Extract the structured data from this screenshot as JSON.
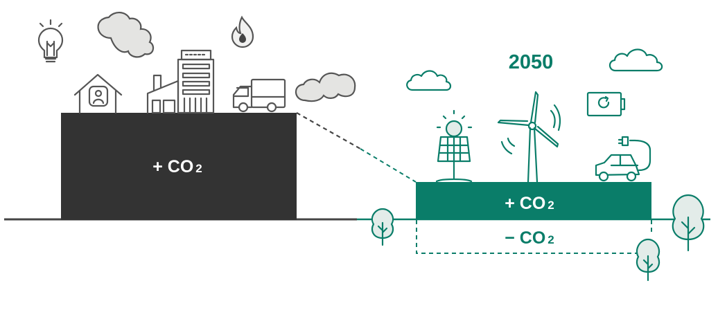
{
  "colors": {
    "fossil_block": "#333333",
    "green": "#0a7d69",
    "gray_cloud": "#e4e4e2",
    "tree_fill": "#e3ece9"
  },
  "year_label": "2050",
  "current_block": {
    "sign": "+",
    "formula": "CO",
    "subscript": "2"
  },
  "future_emission_block": {
    "sign": "+",
    "formula": "CO",
    "subscript": "2"
  },
  "future_absorption_block": {
    "sign": "−",
    "formula": "CO",
    "subscript": "2"
  },
  "icons": {
    "current": [
      "lightbulb-icon",
      "cloud-icon",
      "house-icon",
      "factory-icon",
      "office-building-icon",
      "flame-icon",
      "truck-icon",
      "cloud-icon"
    ],
    "future": [
      "cloud-icon",
      "solar-panel-icon",
      "wind-turbine-icon",
      "battery-charging-icon",
      "electric-car-icon",
      "cloud-icon",
      "tree-icon"
    ]
  }
}
